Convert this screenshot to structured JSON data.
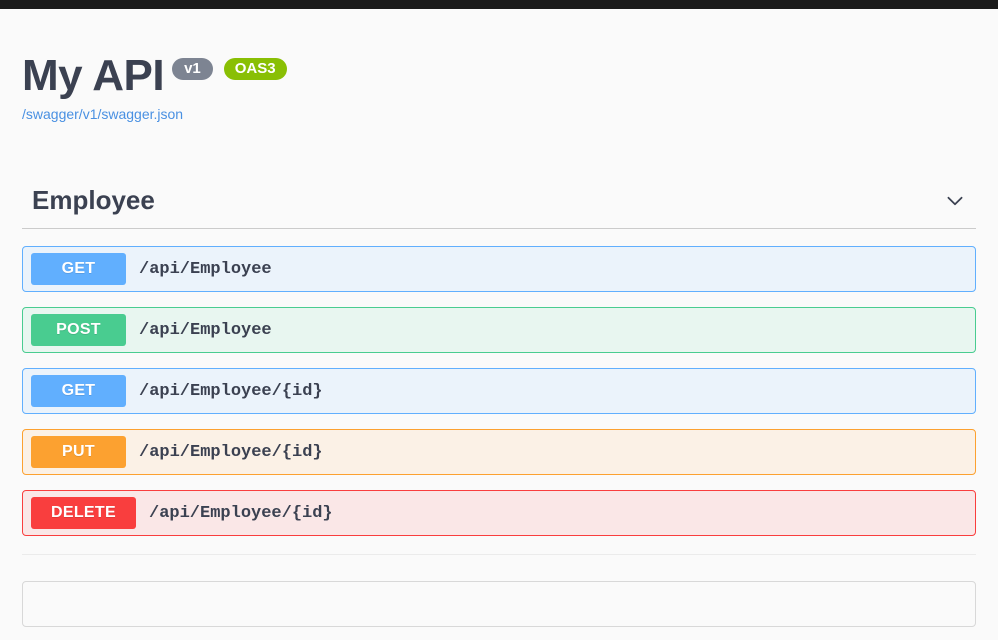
{
  "topbar": {
    "present": true,
    "color": "#1b1b1b"
  },
  "info": {
    "title": "My API",
    "version_badge": "v1",
    "oas_badge": "OAS3",
    "spec_url": "/swagger/v1/swagger.json"
  },
  "tag": {
    "name": "Employee",
    "expand_icon": "chevron-down-icon"
  },
  "operations": [
    {
      "method": "GET",
      "path": "/api/Employee",
      "method_color": "#61affe",
      "row_bg": "#ebf3fb"
    },
    {
      "method": "POST",
      "path": "/api/Employee",
      "method_color": "#49cc90",
      "row_bg": "#e8f6f0"
    },
    {
      "method": "GET",
      "path": "/api/Employee/{id}",
      "method_color": "#61affe",
      "row_bg": "#ebf3fb"
    },
    {
      "method": "PUT",
      "path": "/api/Employee/{id}",
      "method_color": "#fca130",
      "row_bg": "#fbf1e6"
    },
    {
      "method": "DELETE",
      "path": "/api/Employee/{id}",
      "method_color": "#f93e3e",
      "row_bg": "#fae7e7"
    }
  ],
  "colors": {
    "page_bg": "#fafafa",
    "text_dark": "#3b4151",
    "link": "#4990e2",
    "version_badge_bg": "#7d8492",
    "oas_badge_bg": "#89bf04"
  }
}
